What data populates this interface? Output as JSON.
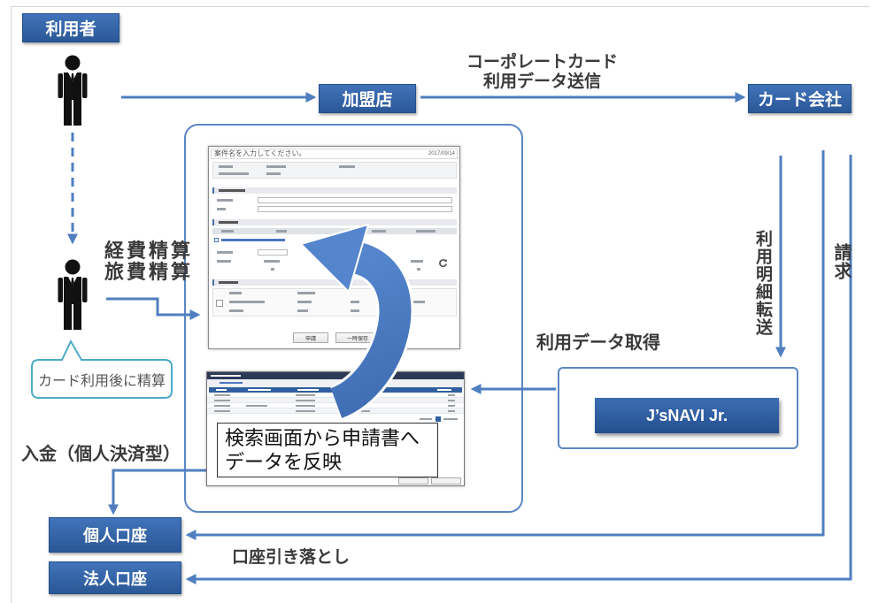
{
  "nodes": {
    "user": "利用者",
    "merchant": "加盟店",
    "card_company": "カード会社",
    "personal_account": "個人口座",
    "corporate_account": "法人口座",
    "jsnavi": "J’sNAVI Jr."
  },
  "labels": {
    "card_data_send": [
      "コーポレートカード",
      "利用データ送信"
    ],
    "expense": [
      "経費精算",
      "旅費精算"
    ],
    "settle_bubble": "カード利用後に精算",
    "data_fetch": "利用データ取得",
    "detail_transfer": "利用明細転送",
    "billing": "請求",
    "deposit": "入金（個人決済型）",
    "debit": "口座引き落とし",
    "reflect_note": [
      "検索画面から申請書へ",
      "データを反映"
    ]
  },
  "form_screenshot": {
    "title_placeholder": "案件名を入力してください。",
    "date": "2017/09/14",
    "submit_button": "申請",
    "save_button": "一時保存"
  },
  "icons": {
    "person": "person-icon",
    "refresh": "refresh-icon"
  },
  "colors": {
    "node_blue": "#2f5f9e",
    "arrow_blue": "#4f7fc0",
    "bubble_border": "#4bacc6",
    "text_dark": "#3a3a3a"
  }
}
